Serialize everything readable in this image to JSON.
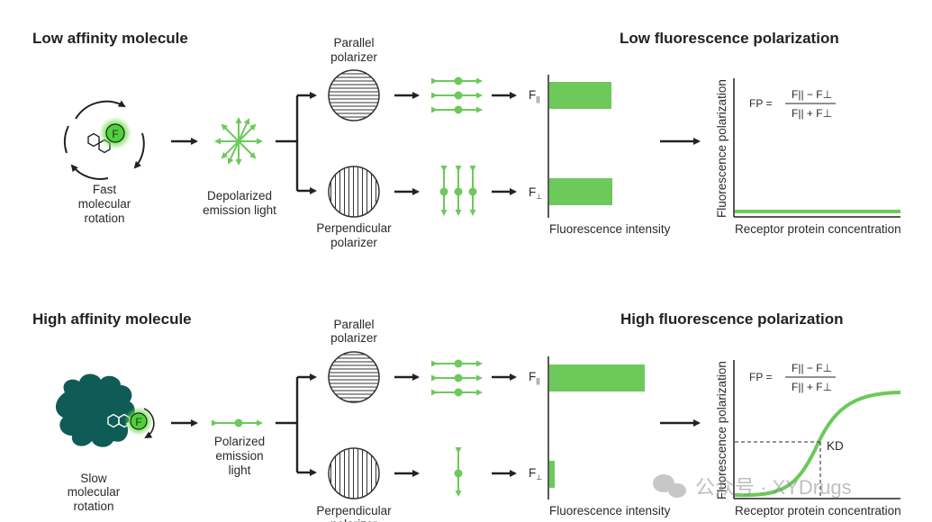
{
  "colors": {
    "green": "#6cc95a",
    "dark": "#222222",
    "teal": "#0f5b55",
    "gray": "#888888"
  },
  "panel_low": {
    "title": "Low affinity molecule",
    "fp_title": "Low fluorescence polarization",
    "fluor_letter": "F",
    "rotation_label": [
      "Fast",
      "molecular",
      "rotation"
    ],
    "emission_label": [
      "Depolarized",
      "emission light"
    ],
    "parallel_label": [
      "Parallel",
      "polarizer"
    ],
    "perp_label": [
      "Perpendicular",
      "polarizer"
    ],
    "f_par": "F",
    "f_par_sub": "||",
    "f_perp": "F",
    "f_perp_sub": "⊥",
    "bar_xlabel": "Fluorescence intensity",
    "curve_ylabel": "Fluorescence polarization",
    "curve_xlabel": "Receptor protein concentration",
    "formula": {
      "lhs": "FP =",
      "num": "F|| − F⊥",
      "den": "F|| + F⊥"
    }
  },
  "panel_high": {
    "title": "High affinity molecule",
    "fp_title": "High fluorescence polarization",
    "fluor_letter": "F",
    "rotation_label": [
      "Slow",
      "molecular",
      "rotation"
    ],
    "emission_label": [
      "Polarized",
      "emission",
      "light"
    ],
    "parallel_label": [
      "Parallel",
      "polarizer"
    ],
    "perp_label": [
      "Perpendicular",
      "polarizer"
    ],
    "f_par": "F",
    "f_par_sub": "||",
    "f_perp": "F",
    "f_perp_sub": "⊥",
    "bar_xlabel": "Fluorescence intensity",
    "curve_ylabel": "Fluorescence polarization",
    "curve_xlabel": "Receptor protein concentration",
    "formula": {
      "lhs": "FP =",
      "num": "F|| − F⊥",
      "den": "F|| + F⊥"
    },
    "kd_label": "KD"
  },
  "watermark": "公众号 · XYDrugs"
}
